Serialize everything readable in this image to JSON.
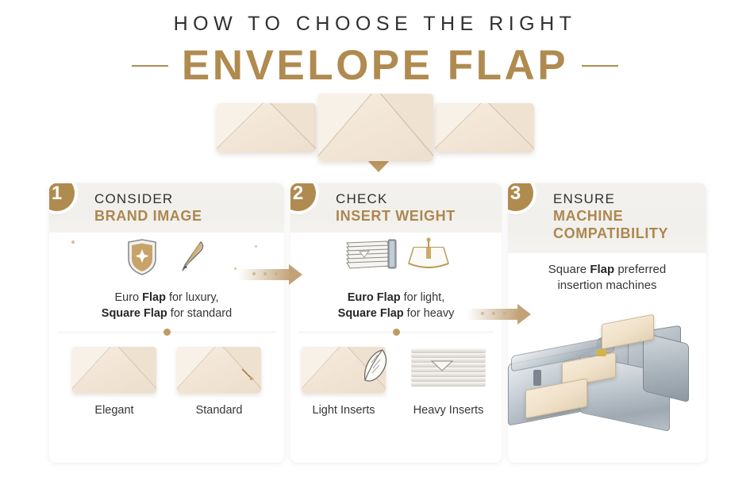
{
  "title": {
    "line1": "HOW TO CHOOSE THE RIGHT",
    "line2": "ENVELOPE FLAP"
  },
  "colors": {
    "gold": "#b08b4f",
    "gold_text": "#ac8750",
    "dark_text": "#2f3033",
    "card_header_bg": "#f2f0ec",
    "envelope_cream": "#f2e5d5"
  },
  "hero": {
    "envelope_left": "envelope-illustration",
    "envelope_center": "envelope-illustration-large",
    "envelope_right": "envelope-illustration",
    "arrow": "down-arrow"
  },
  "steps": [
    {
      "number": "1",
      "head_line1": "CONSIDER",
      "head_line2": "BRAND IMAGE",
      "head_line3": "",
      "icon_names": [
        "shield-icon",
        "pen-icon"
      ],
      "statement": {
        "line1_plain": "Euro ",
        "line1_bold": "Flap",
        "line1_tail": " for luxury,",
        "line2_bold": "Square Flap",
        "line2_tail": " for standard"
      },
      "examples": [
        {
          "caption": "Elegant",
          "art": "envelope-icon"
        },
        {
          "caption": "Standard",
          "art": "envelope-icon-sealed"
        }
      ]
    },
    {
      "number": "2",
      "head_line1": "CHECK",
      "head_line2": "INSERT WEIGHT",
      "head_line3": "",
      "icon_names": [
        "paper-stack-icon",
        "scale-icon"
      ],
      "statement": {
        "line1_plain": "",
        "line1_bold": "Euro Flap",
        "line1_tail": " for light,",
        "line2_bold": "Square Flap",
        "line2_tail": " for heavy"
      },
      "examples": [
        {
          "caption": "Light Inserts",
          "art": "envelope-feather-icon"
        },
        {
          "caption": "Heavy Inserts",
          "art": "paper-stack-icon"
        }
      ]
    },
    {
      "number": "3",
      "head_line1": "ENSURE",
      "head_line2": "MACHINE",
      "head_line3": "COMPATIBILITY",
      "icon_names": [
        "insertion-machine-illustration"
      ],
      "statement": {
        "line1_plain": "Square ",
        "line1_bold": "Flap",
        "line1_tail": " preferred",
        "line2_bold": "",
        "line2_tail": "insertion machines"
      },
      "examples": []
    }
  ],
  "connectors": [
    {
      "name": "arrow-step1-to-step2"
    },
    {
      "name": "arrow-step2-to-step3"
    }
  ]
}
